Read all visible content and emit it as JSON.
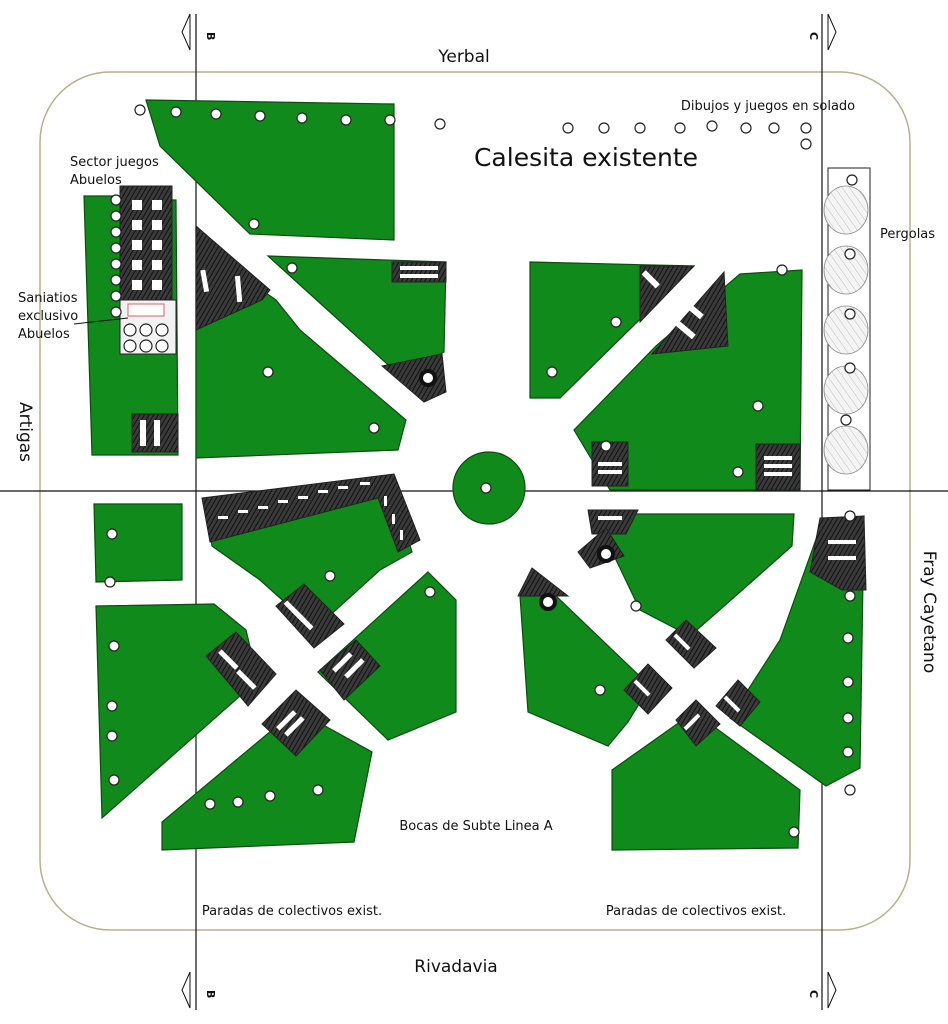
{
  "streets": {
    "north": "Yerbal",
    "south": "Rivadavia",
    "west": "Artigas",
    "east": "Fray Cayetano"
  },
  "labels": {
    "carousel": "Calesita existente",
    "floor_games": "Dibujos y juegos en solado",
    "pergolas": "Pergolas",
    "elder_games_1": "Sector juegos",
    "elder_games_2": "Abuelos",
    "toilets_1": "Saniatios",
    "toilets_2": "exclusivo",
    "toilets_3": "Abuelos",
    "subway": "Bocas de Subte Linea A",
    "bus_stop_left": "Paradas de colectivos exist.",
    "bus_stop_right": "Paradas de colectivos exist."
  },
  "section_markers": {
    "b_top": "B",
    "b_bottom": "B",
    "c_top": "C",
    "c_bottom": "C"
  },
  "colors": {
    "lawn": "#118a1c",
    "hatch": "#222222",
    "outline": "#b8b08a"
  }
}
